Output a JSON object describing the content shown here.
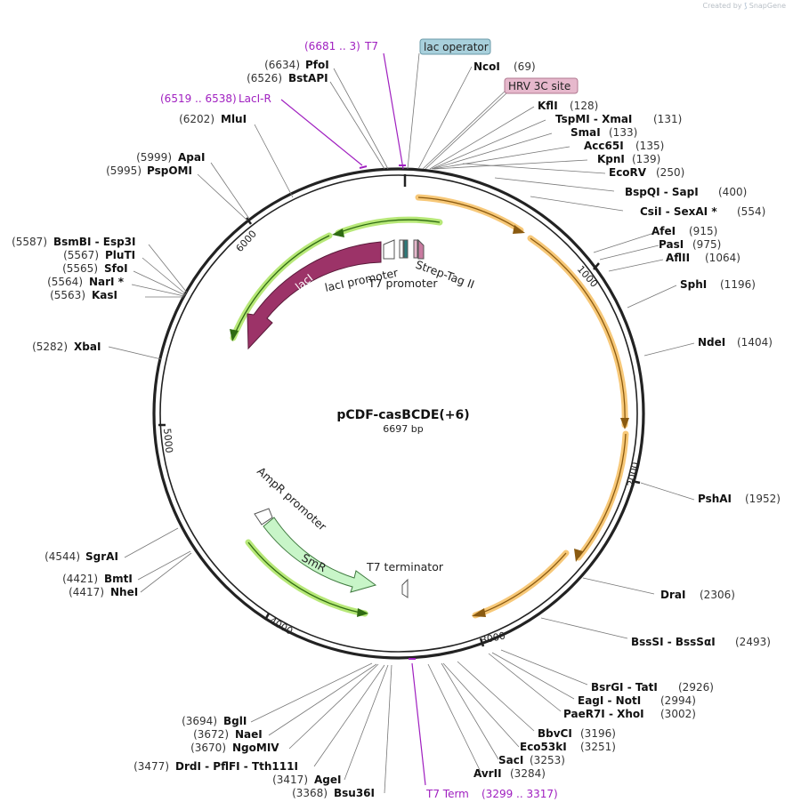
{
  "credit": {
    "prefix": "Created by",
    "brand": "SnapGene"
  },
  "plasmid": {
    "name": "pCDF-casBCDE(+6)",
    "length_label": "6697 bp"
  },
  "ticks": [
    "1000",
    "2000",
    "3000",
    "4000",
    "5000",
    "6000"
  ],
  "features": {
    "laci": "lacI",
    "laci_promoter": "lacI promoter",
    "t7_promoter": "T7 promoter",
    "strep_tag": "Strep-Tag II",
    "smr": "SmR",
    "ampr_promoter": "AmpR promoter",
    "t7_terminator": "T7 terminator",
    "lac_operator": "lac operator",
    "hrv_3c_site": "HRV 3C site"
  },
  "primers": [
    {
      "name": "T7",
      "pos": "(6681 .. 3)"
    },
    {
      "name": "LacI-R",
      "pos": "(6519 .. 6538)"
    },
    {
      "name": "T7 Term",
      "pos": "(3299 .. 3317)"
    }
  ],
  "sites": [
    {
      "name": "PfoI",
      "pos": "(6634)"
    },
    {
      "name": "BstAPI",
      "pos": "(6526)"
    },
    {
      "name": "MluI",
      "pos": "(6202)"
    },
    {
      "name": "ApaI",
      "pos": "(5999)"
    },
    {
      "name": "PspOMI",
      "pos": "(5995)"
    },
    {
      "name": "BsmBI - Esp3I",
      "pos": "(5587)"
    },
    {
      "name": "PluTI",
      "pos": "(5567)"
    },
    {
      "name": "SfoI",
      "pos": "(5565)"
    },
    {
      "name": "NarI *",
      "pos": "(5564)"
    },
    {
      "name": "KasI",
      "pos": "(5563)"
    },
    {
      "name": "XbaI",
      "pos": "(5282)"
    },
    {
      "name": "SgrAI",
      "pos": "(4544)"
    },
    {
      "name": "BmtI",
      "pos": "(4421)"
    },
    {
      "name": "NheI",
      "pos": "(4417)"
    },
    {
      "name": "BglI",
      "pos": "(3694)"
    },
    {
      "name": "NaeI",
      "pos": "(3672)"
    },
    {
      "name": "NgoMIV",
      "pos": "(3670)"
    },
    {
      "name": "DrdI - PflFI - Tth111I",
      "pos": "(3477)"
    },
    {
      "name": "AgeI",
      "pos": "(3417)"
    },
    {
      "name": "Bsu36I",
      "pos": "(3368)"
    },
    {
      "name": "NcoI",
      "pos": "(69)"
    },
    {
      "name": "KflI",
      "pos": "(128)"
    },
    {
      "name": "TspMI - XmaI",
      "pos": "(131)"
    },
    {
      "name": "SmaI",
      "pos": "(133)"
    },
    {
      "name": "Acc65I",
      "pos": "(135)"
    },
    {
      "name": "KpnI",
      "pos": "(139)"
    },
    {
      "name": "EcoRV",
      "pos": "(250)"
    },
    {
      "name": "BspQI - SapI",
      "pos": "(400)"
    },
    {
      "name": "CsiI - SexAI *",
      "pos": "(554)"
    },
    {
      "name": "AfeI",
      "pos": "(915)"
    },
    {
      "name": "PasI",
      "pos": "(975)"
    },
    {
      "name": "AflII",
      "pos": "(1064)"
    },
    {
      "name": "SphI",
      "pos": "(1196)"
    },
    {
      "name": "NdeI",
      "pos": "(1404)"
    },
    {
      "name": "PshAI",
      "pos": "(1952)"
    },
    {
      "name": "DraI",
      "pos": "(2306)"
    },
    {
      "name": "BssSI - BssSαI",
      "pos": "(2493)"
    },
    {
      "name": "BsrGI - TatI",
      "pos": "(2926)"
    },
    {
      "name": "EagI - NotI",
      "pos": "(2994)"
    },
    {
      "name": "PaeR7I - XhoI",
      "pos": "(3002)"
    },
    {
      "name": "BbvCI",
      "pos": "(3196)"
    },
    {
      "name": "Eco53kI",
      "pos": "(3251)"
    },
    {
      "name": "SacI",
      "pos": "(3253)"
    },
    {
      "name": "AvrII",
      "pos": "(3284)"
    }
  ],
  "colors": {
    "backbone": "#222222",
    "orf_orange": "#f7c878",
    "orf_green": "#b7e878",
    "laci_fill": "#9c3368",
    "smr_fill": "#c8f5c8",
    "primer": "#a020c0",
    "lac_operator_fill": "#a8d0dc",
    "hrv_fill": "#e6b8cc"
  }
}
